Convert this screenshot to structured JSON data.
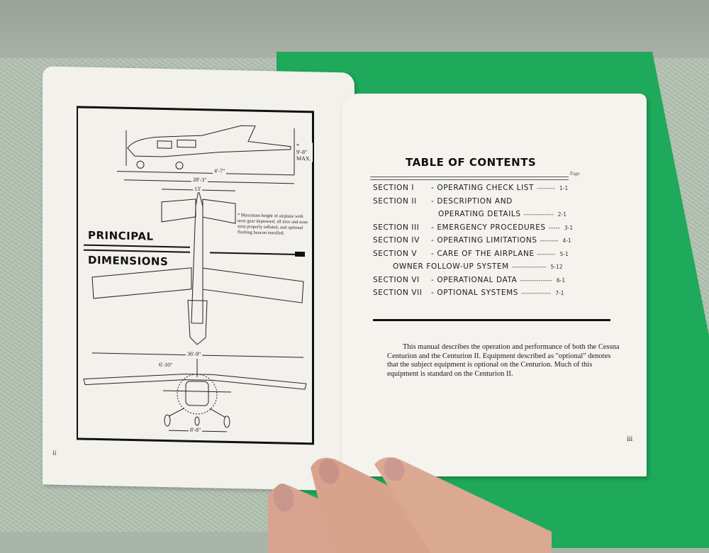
{
  "scene": {
    "description": "Open aircraft owner's manual lying on carpet and green mat, held open by a hand",
    "colors": {
      "mat": "#1fa95a",
      "carpet": "#b4c2b4",
      "paper": "#f3f2ed",
      "ink": "#111111"
    }
  },
  "left_page": {
    "heading_line1": "PRINCIPAL",
    "heading_line2": "DIMENSIONS",
    "dimensions": {
      "height_max": "* 9'-8\" MAX.",
      "length": "28'-3\"",
      "ground_clearance": "4'-7\"",
      "stabilizer_span": "13'",
      "wing_span": "36'-9\"",
      "prop_diameter": "6'-10\"",
      "wheel_track": "8'-8\""
    },
    "footnote": "* Maximum height of airplane with nose gear depressed, all tires and nose strut properly inflated, and optional flashing beacon installed.",
    "page_number": "ii"
  },
  "right_page": {
    "title": "TABLE OF CONTENTS",
    "page_header": "Page",
    "toc": [
      {
        "section": "SECTION I",
        "title": "- OPERATING CHECK LIST",
        "dots": "--------",
        "page": "1-1"
      },
      {
        "section": "SECTION II",
        "title": "- DESCRIPTION AND",
        "dots": "",
        "page": ""
      },
      {
        "section": "",
        "title": "OPERATING DETAILS",
        "dots": "-------------",
        "page": "2-1"
      },
      {
        "section": "SECTION III",
        "title": "- EMERGENCY PROCEDURES",
        "dots": "-----",
        "page": "3-1"
      },
      {
        "section": "SECTION IV",
        "title": "- OPERATING LIMITATIONS",
        "dots": "--------",
        "page": "4-1"
      },
      {
        "section": "SECTION V",
        "title": "- CARE OF THE AIRPLANE",
        "dots": "--------",
        "page": "5-1"
      },
      {
        "section": "",
        "title": "OWNER FOLLOW-UP SYSTEM",
        "dots": "---------------",
        "page": "5-12"
      },
      {
        "section": "SECTION VI",
        "title": "- OPERATIONAL DATA",
        "dots": "--------------",
        "page": "6-1"
      },
      {
        "section": "SECTION VII",
        "title": "- OPTIONAL SYSTEMS",
        "dots": "-------------",
        "page": "7-1"
      }
    ],
    "intro_paragraph": "This manual describes the operation and performance of both the Cessna Centurion and the Centurion II. Equipment described as \"optional\" denotes that the subject equipment is optional on the Centurion. Much of this equipment is standard on the Centurion II.",
    "page_number": "iii"
  }
}
